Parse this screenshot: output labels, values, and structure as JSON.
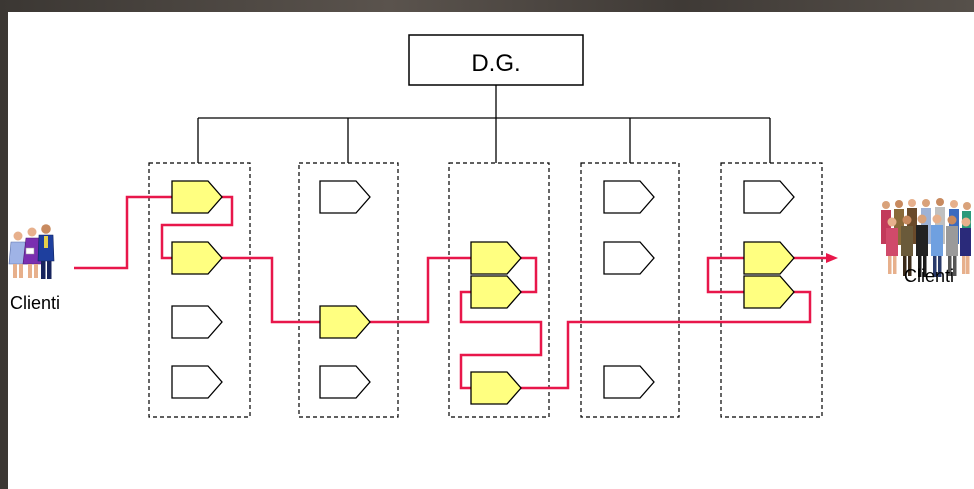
{
  "diagram": {
    "top_box": {
      "label": "D.G."
    },
    "clients_left": {
      "label": "Clienti"
    },
    "clients_right": {
      "label": "Clienti"
    },
    "colors": {
      "highlight_fill": "#ffff80",
      "flow_line": "#e8174a",
      "stroke": "#000000",
      "background": "#ffffff"
    }
  }
}
